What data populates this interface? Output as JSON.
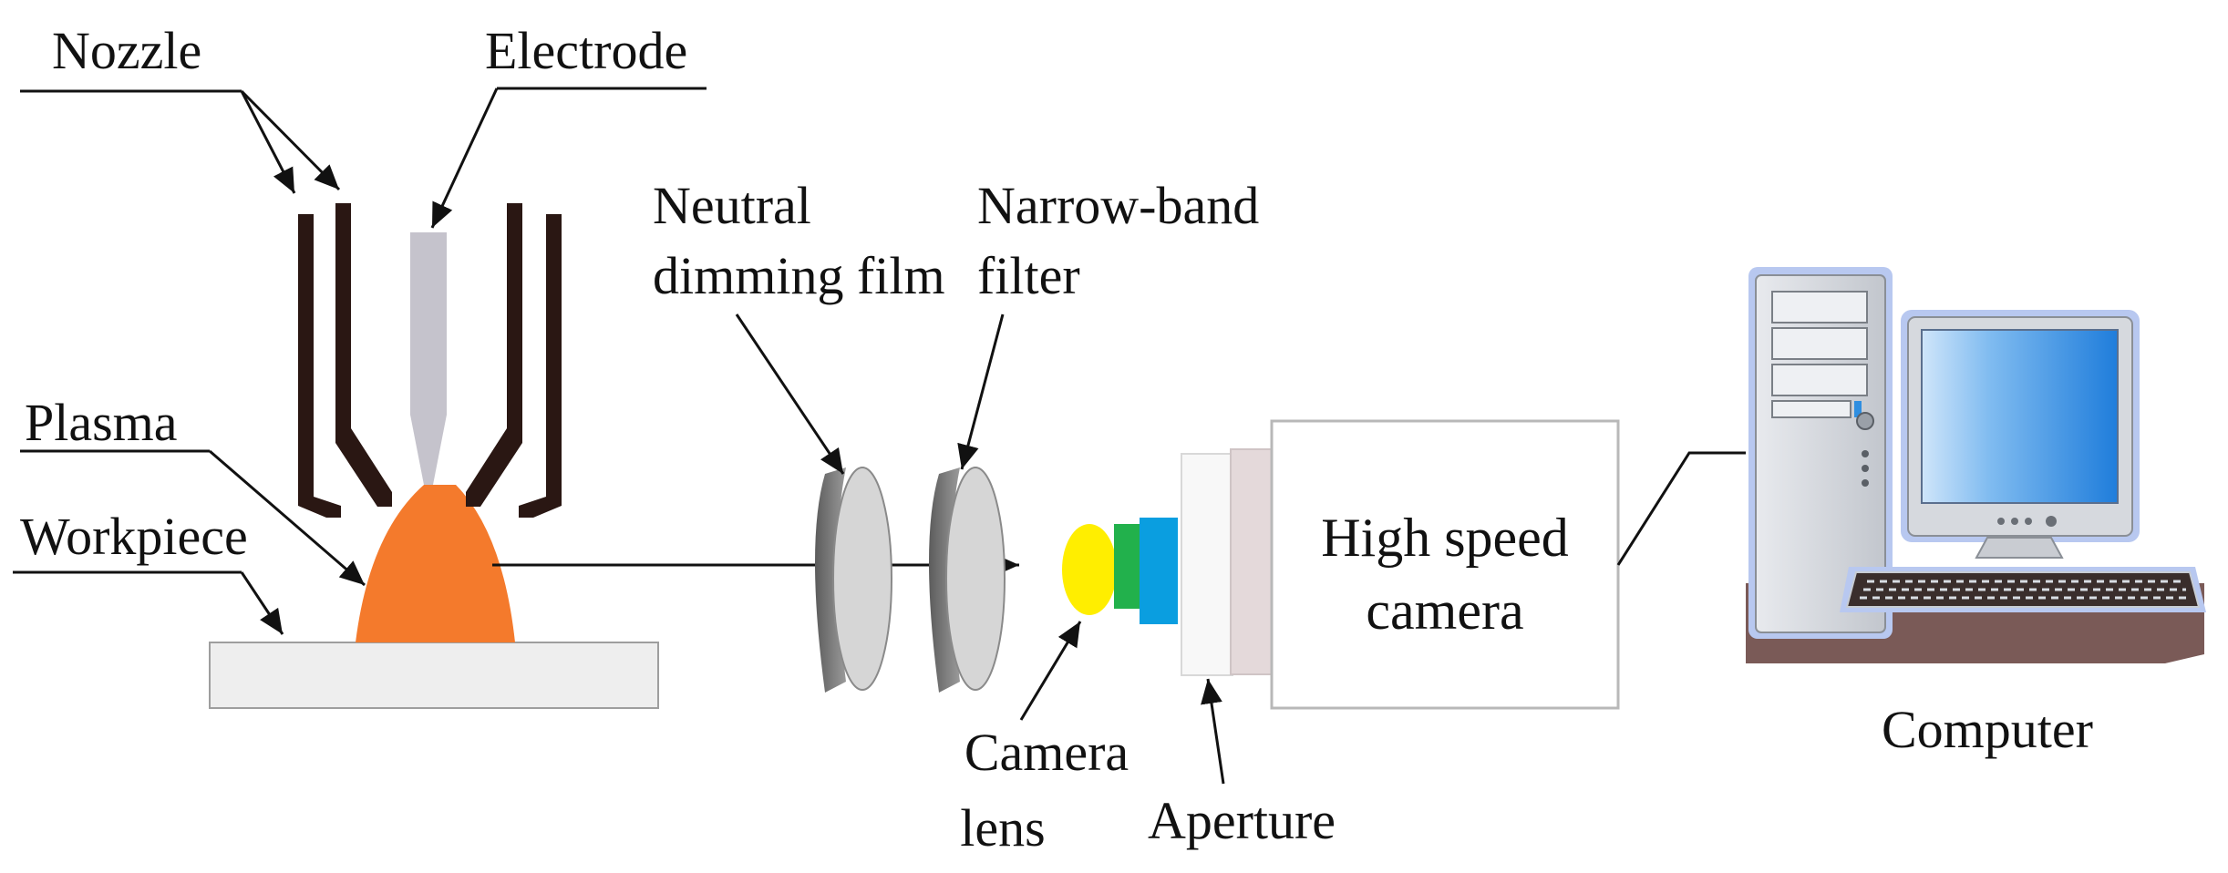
{
  "labels": {
    "nozzle": "Nozzle",
    "electrode": "Electrode",
    "plasma": "Plasma",
    "workpiece": "Workpiece",
    "neutral_line1": "Neutral",
    "neutral_line2": "dimming film",
    "narrow_line1": "Narrow-band",
    "narrow_line2": "filter",
    "camera_lens_line1": "Camera",
    "camera_lens_line2": "lens",
    "aperture": "Aperture",
    "high_speed_line1": "High speed",
    "high_speed_line2": "camera",
    "computer": "Computer"
  },
  "colors": {
    "plasma": "#f47a2c",
    "electrode": "#c5c3cc",
    "nozzle": "#2a1713",
    "workpiece": "#eeeeee",
    "camera_lens": "#ffee00",
    "green_filter": "#22b14c",
    "blue_filter": "#0a9ee0",
    "computer_case": "#d4d7dc",
    "computer_desk": "#7a5a57",
    "monitor_screen": "#2f8ee0",
    "outline_glow": "#b8c8f0"
  }
}
